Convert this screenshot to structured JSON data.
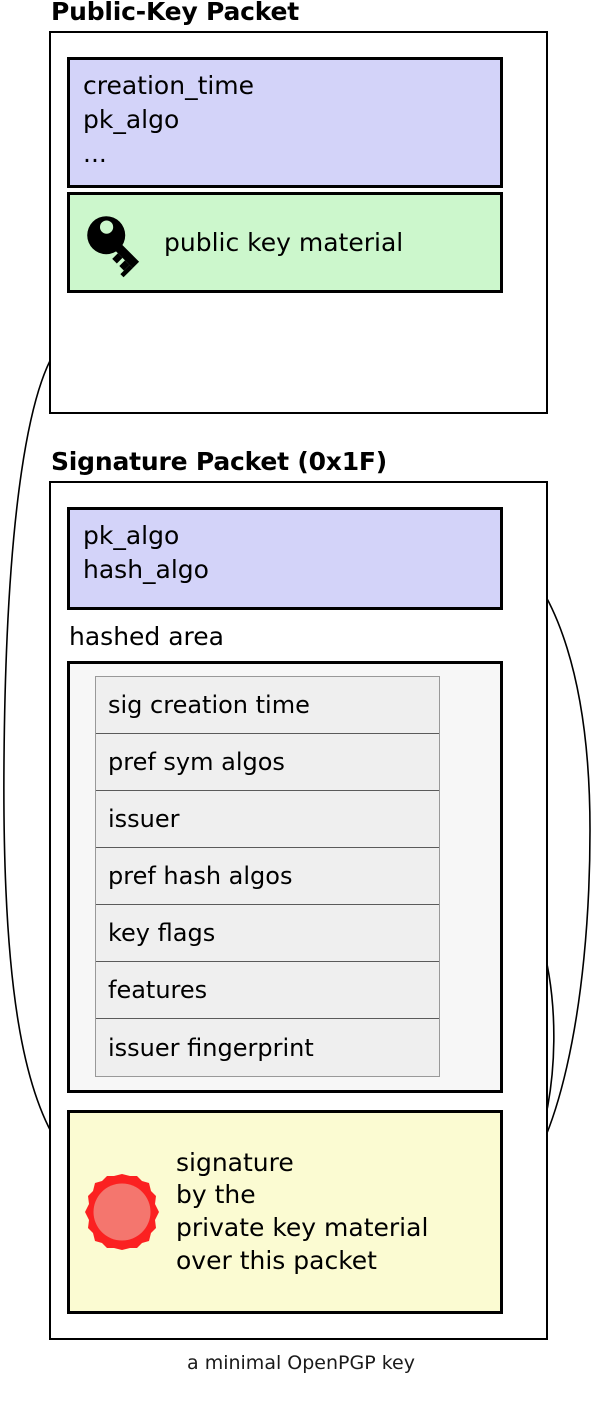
{
  "diagram": {
    "caption": "a minimal OpenPGP key",
    "colors": {
      "lavender_field": "#d3d3f9",
      "green_key_material": "#ccf7cc",
      "yellow_signature": "#fbfbd2",
      "hashed_area_bg": "#f7f7f7",
      "subpacket_row_bg": "#efefef",
      "seal_outer_red": "#fb2121",
      "seal_inner_red": "#f4766e",
      "border_black": "#000000"
    },
    "packets": [
      {
        "title": "Public-Key Packet",
        "fields_label": "creation_time\npk_algo\n...",
        "material_label": "public key material",
        "material_icon": "key-icon"
      },
      {
        "title": "Signature Packet (0x1F)",
        "fields_label": "pk_algo\nhash_algo",
        "hashed_area_label": "hashed area",
        "subpackets": [
          "sig creation time",
          "pref sym algos",
          "issuer",
          "pref hash algos",
          "key flags",
          "features",
          "issuer fingerprint"
        ],
        "signature_label": "signature\nby the\nprivate key material\nover this packet",
        "signature_icon": "wax-seal-icon"
      }
    ],
    "arrows": [
      {
        "name": "arrow-public-key-to-signature",
        "from": "public-key-packet",
        "to": "signature-block"
      },
      {
        "name": "arrow-signature-to-sig-fields",
        "from": "signature-block",
        "to": "signature-fields"
      },
      {
        "name": "arrow-signature-to-hashed-area",
        "from": "signature-block",
        "to": "hashed-area"
      }
    ]
  }
}
